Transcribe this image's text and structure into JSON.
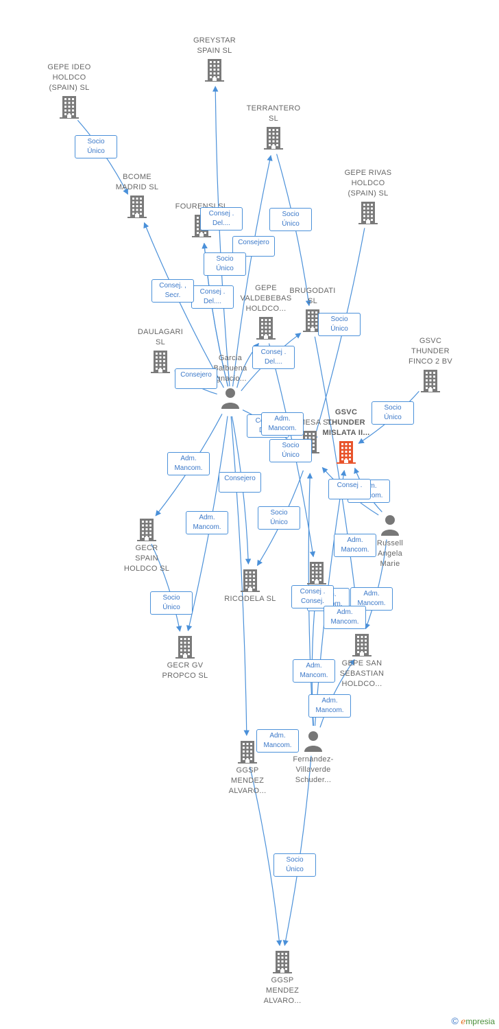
{
  "colors": {
    "edge": "#4a90d9",
    "company": "#7a7a7a",
    "focus": "#e8532b",
    "person": "#777777",
    "label": "#666666"
  },
  "nodes": [
    {
      "id": "greystar",
      "label": "GREYSTAR\nSPAIN  SL",
      "type": "company",
      "pos": "top"
    },
    {
      "id": "gepe_ideo",
      "label": "GEPE IDEO\nHOLDCO\n(SPAIN)  SL",
      "type": "company",
      "pos": "top"
    },
    {
      "id": "terrantero",
      "label": "TERRANTERO\nSL",
      "type": "company",
      "pos": "top"
    },
    {
      "id": "gepe_rivas",
      "label": "GEPE RIVAS\nHOLDCO\n(SPAIN)  SL",
      "type": "company",
      "pos": "top"
    },
    {
      "id": "bcome",
      "label": "BCOME\nMADRID  SL",
      "type": "company",
      "pos": "top"
    },
    {
      "id": "fourensi",
      "label": "FOURENSI  SL",
      "type": "company",
      "pos": "top"
    },
    {
      "id": "gepe_valdebebas",
      "label": "GEPE\nVALDEBEBAS\nHOLDCO...",
      "type": "company",
      "pos": "top"
    },
    {
      "id": "brugodati",
      "label": "BRUGODATI\nSL",
      "type": "company",
      "pos": "top"
    },
    {
      "id": "daulagari",
      "label": "DAULAGARI\nSL",
      "type": "company",
      "pos": "top"
    },
    {
      "id": "gsvc_finco",
      "label": "GSVC\nTHUNDER\nFINCO 2 BV",
      "type": "company",
      "pos": "top"
    },
    {
      "id": "garcia",
      "label": "Garcia\nBalbuena\nIgnacio...",
      "type": "person",
      "pos": "top"
    },
    {
      "id": "gsvc_mislata",
      "label": "GSVC\nTHUNDER\nMISLATA II...",
      "type": "focus",
      "pos": "top"
    },
    {
      "id": "comesa",
      "label": "COMESA  SL",
      "type": "company",
      "pos": "top"
    },
    {
      "id": "russell",
      "label": "Russell\nAngela\nMarie",
      "type": "person",
      "pos": "bottom"
    },
    {
      "id": "gecr_spain",
      "label": "GECR\nSPAIN\nHOLDCO  SL",
      "type": "company",
      "pos": "bottom"
    },
    {
      "id": "ricodela",
      "label": "RICODELA  SL",
      "type": "company",
      "pos": "bottom"
    },
    {
      "id": "gepe_holdco",
      "label": "GEPE\nHOLDCO...",
      "type": "company",
      "pos": "bottom"
    },
    {
      "id": "gecr_gv",
      "label": "GECR GV\nPROPCO  SL",
      "type": "company",
      "pos": "bottom"
    },
    {
      "id": "gepe_sanseb",
      "label": "GEPE SAN\nSEBASTIAN\nHOLDCO...",
      "type": "company",
      "pos": "bottom"
    },
    {
      "id": "fernandez",
      "label": "Fernandez-\nVillaverde\nSchuder...",
      "type": "person",
      "pos": "bottom"
    },
    {
      "id": "ggsp1",
      "label": "GGSP\nMENDEZ\nALVARO...",
      "type": "company",
      "pos": "bottom"
    },
    {
      "id": "ggsp2",
      "label": "GGSP\nMENDEZ\nALVARO...",
      "type": "company",
      "pos": "bottom"
    }
  ],
  "edges": [
    {
      "from": "gepe_ideo",
      "to": "bcome",
      "label": "Socio\nÚnico"
    },
    {
      "from": "terrantero",
      "to": "brugodati",
      "label": "Socio\nÚnico"
    },
    {
      "from": "gepe_rivas",
      "to": "comesa",
      "label": "Socio\nÚnico"
    },
    {
      "from": "gsvc_finco",
      "to": "gsvc_mislata",
      "label": "Socio\nÚnico"
    },
    {
      "from": "garcia",
      "to": "greystar",
      "label": "Consej .\nDel...."
    },
    {
      "from": "garcia",
      "to": "terrantero",
      "label": "Consejero"
    },
    {
      "from": "garcia",
      "to": "fourensi",
      "label": "Socio\nÚnico"
    },
    {
      "from": "garcia",
      "to": "fourensi",
      "label": "Consej .\nDel...."
    },
    {
      "from": "garcia",
      "to": "bcome",
      "label": "Consej. ,\nSecr."
    },
    {
      "from": "garcia",
      "to": "daulagari",
      "label": "Consejero"
    },
    {
      "from": "garcia",
      "to": "brugodati",
      "label": "Consej .\nDel...."
    },
    {
      "from": "garcia",
      "to": "gecr_spain",
      "label": "Adm.\nMancom."
    },
    {
      "from": "garcia",
      "to": "gecr_gv",
      "label": "Adm.\nMancom."
    },
    {
      "from": "garcia",
      "to": "ricodela",
      "label": "Consejero"
    },
    {
      "from": "garcia",
      "to": "ggsp1",
      "label": "Adm.\nMancom."
    },
    {
      "from": "garcia",
      "to": "comesa",
      "label": "Consej .\nDel...."
    },
    {
      "from": "garcia",
      "to": "gepe_valdebebas",
      "label": "Adm.\nMancom."
    },
    {
      "from": "gecr_spain",
      "to": "gecr_gv",
      "label": "Socio\nÚnico"
    },
    {
      "from": "comesa",
      "to": "ricodela",
      "label": "Socio\nÚnico"
    },
    {
      "from": "gepe_valdebebas",
      "to": "gepe_holdco",
      "label": "Socio\nÚnico"
    },
    {
      "from": "brugodati",
      "to": "gepe_sanseb",
      "label": "Socio\nÚnico"
    },
    {
      "from": "russell",
      "to": "gsvc_mislata",
      "label": "Adm.\nMancom."
    },
    {
      "from": "russell",
      "to": "comesa",
      "label": "Consej ."
    },
    {
      "from": "russell",
      "to": "gepe_sanseb",
      "label": "Adm.\nMancom."
    },
    {
      "from": "fernandez",
      "to": "gsvc_mislata",
      "label": "Adm.\nMancom."
    },
    {
      "from": "fernandez",
      "to": "gepe_holdco",
      "label": "Adm.\nMancom."
    },
    {
      "from": "fernandez",
      "to": "comesa",
      "label": "Consej .\nConsej."
    },
    {
      "from": "fernandez",
      "to": "gepe_sanseb",
      "label": "Adm.\nMancom."
    },
    {
      "from": "fernandez",
      "to": "ggsp1",
      "label": "Adm.\nMancom."
    },
    {
      "from": "fernandez",
      "to": "ggsp2",
      "label": "Adm.\nMancom."
    },
    {
      "from": "ggsp1",
      "to": "ggsp2",
      "label": "Socio\nÚnico"
    }
  ],
  "brand": {
    "copyright": "©",
    "name": "mpresia",
    "initial": "e"
  }
}
